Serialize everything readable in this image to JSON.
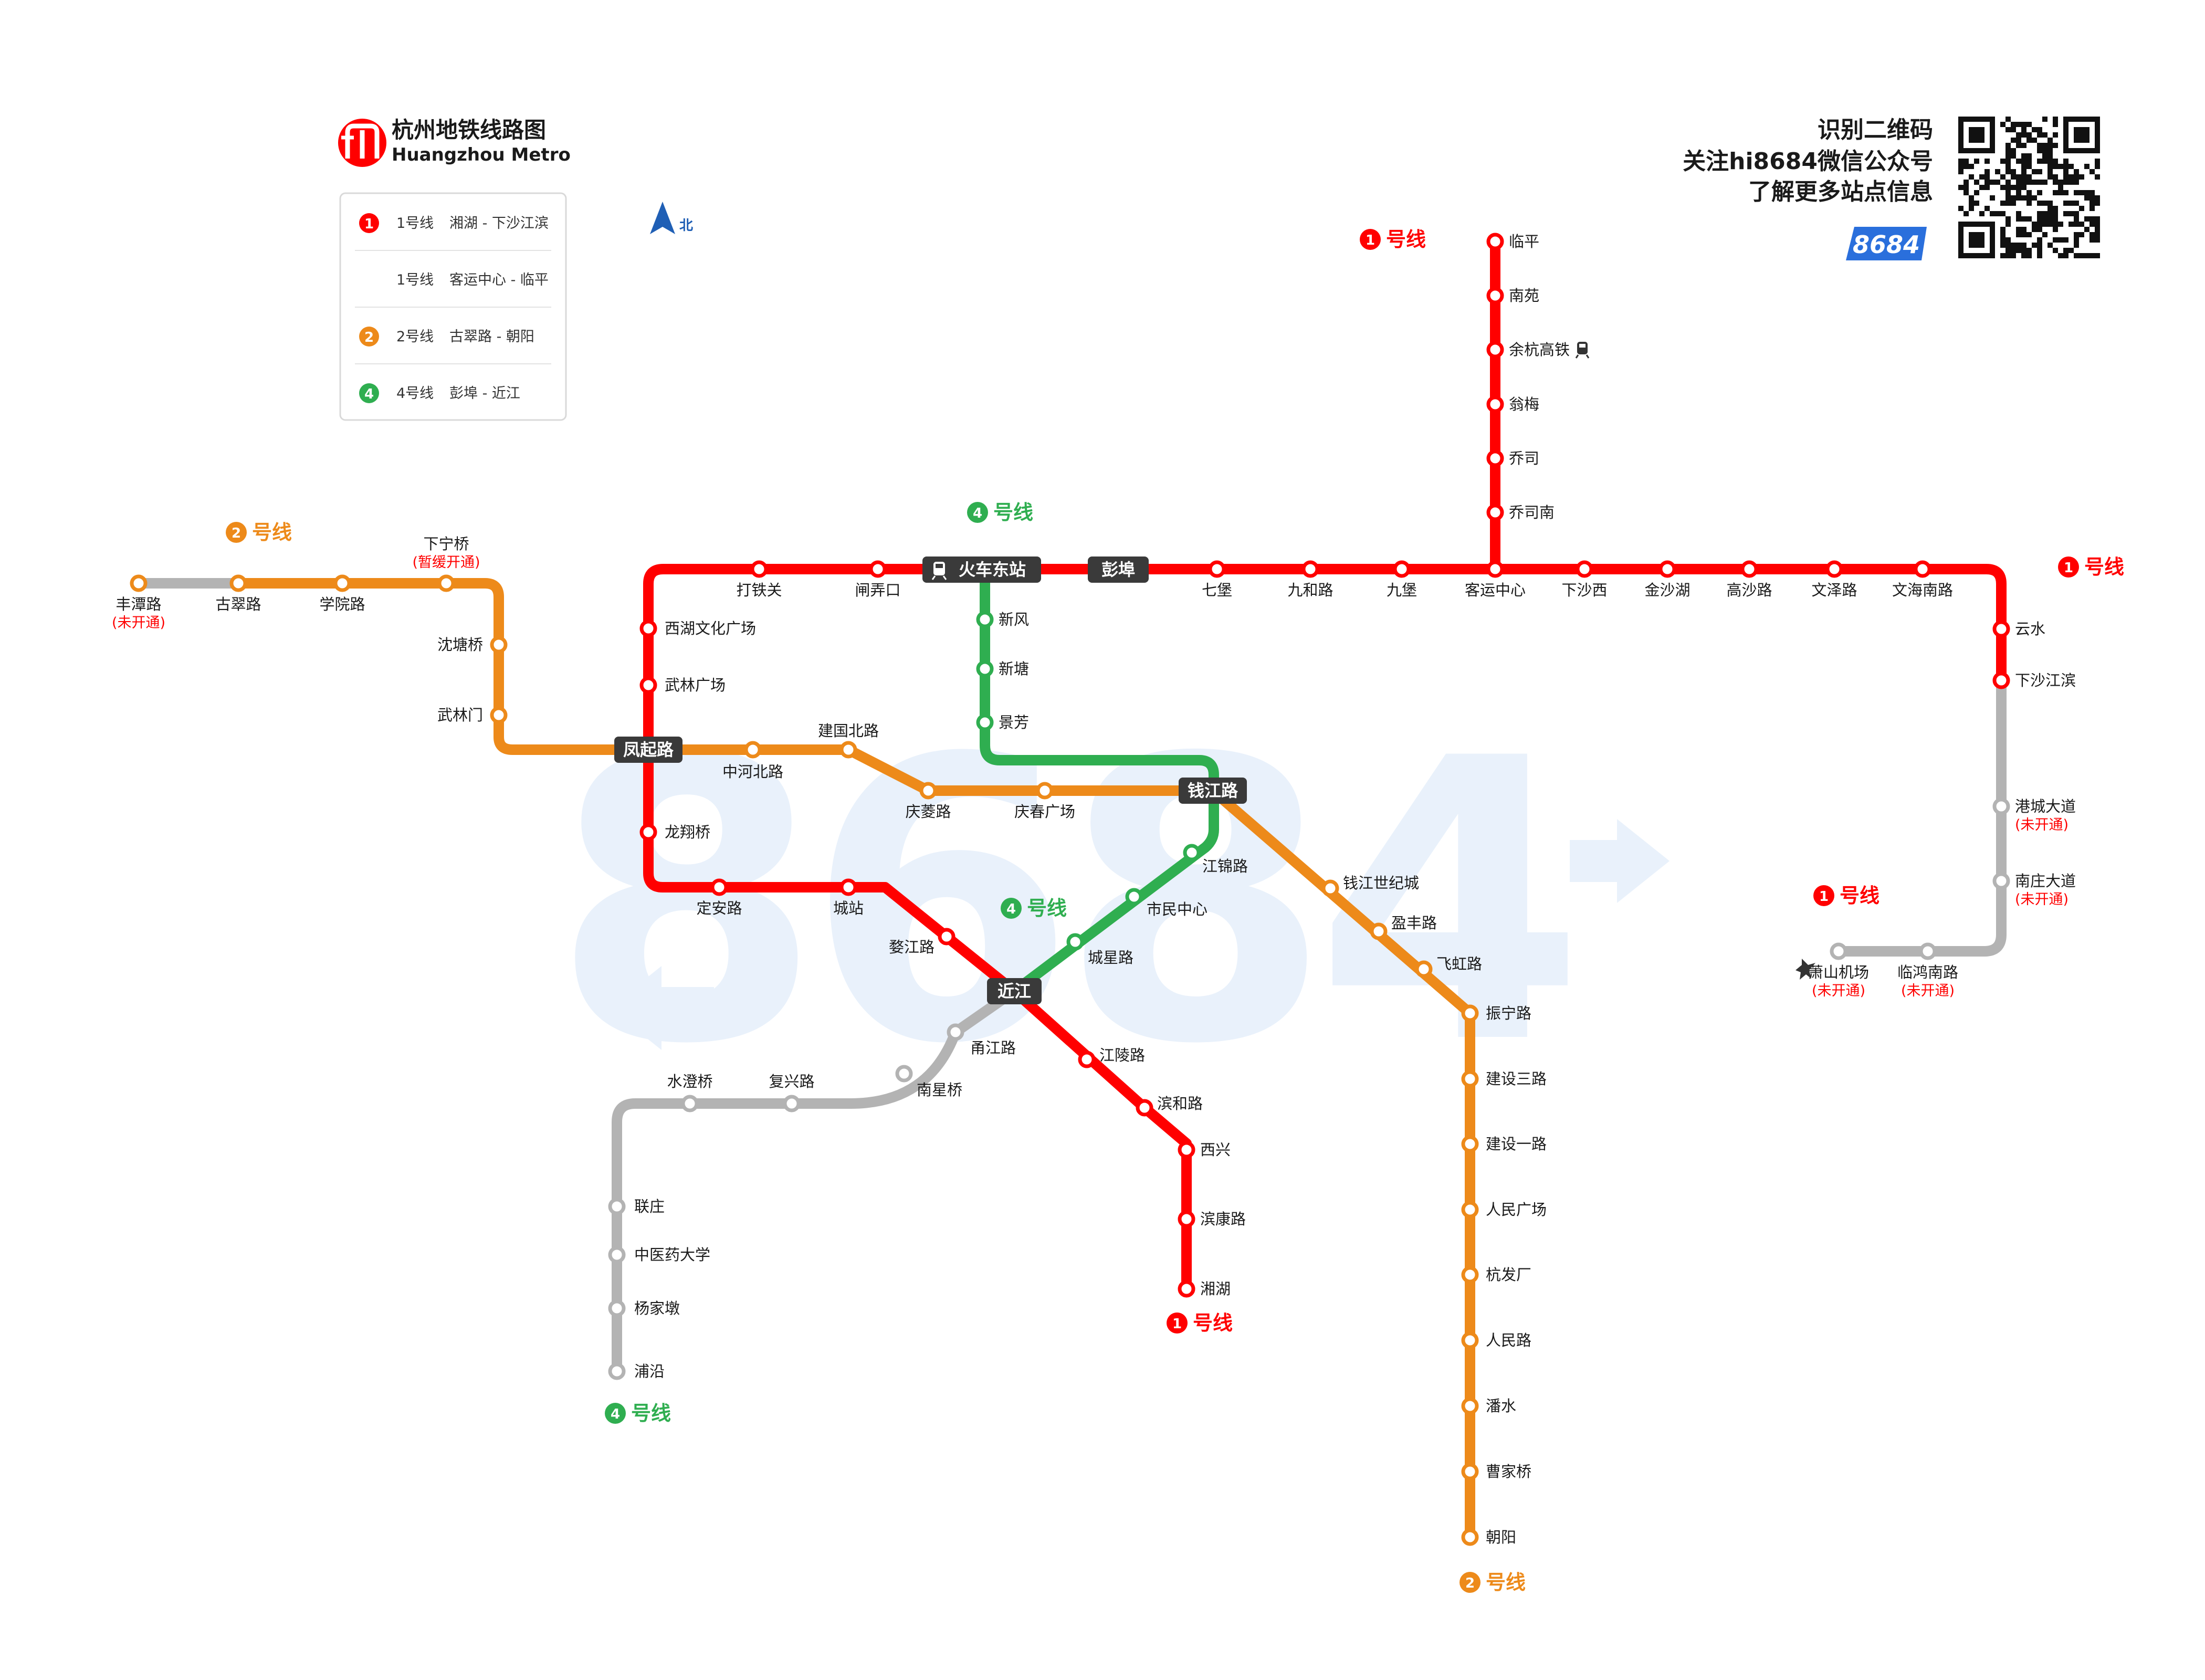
{
  "header": {
    "title_cn": "杭州地铁线路图",
    "title_en": "Huangzhou Metro",
    "north_label": "北"
  },
  "legend": [
    {
      "badge": "1",
      "line": "1号线",
      "route": "湘湖 - 下沙江滨",
      "color": "#ff0000"
    },
    {
      "badge": "",
      "line": "1号线",
      "route": "客运中心 - 临平",
      "color": ""
    },
    {
      "badge": "2",
      "line": "2号线",
      "route": "古翠路 - 朝阳",
      "color": "#ed8a1a"
    },
    {
      "badge": "4",
      "line": "4号线",
      "route": "彭埠 - 近江",
      "color": "#2fae50"
    }
  ],
  "qr_panel": {
    "lines": [
      "识别二维码",
      "关注hi8684微信公众号",
      "了解更多站点信息"
    ],
    "brand": "8684"
  },
  "watermark": "8684",
  "colors": {
    "line1": "#ff0000",
    "line2": "#ed8a1a",
    "line4": "#2fae50",
    "unopened": "#b3b3b3",
    "hub": "#3a3a3a",
    "watermark": "#e9f1fb",
    "north_arrow": "#1f5fb5"
  },
  "line_labels": [
    {
      "id": "l1-top",
      "badge": "1",
      "text": "号线",
      "color": "#ff0000"
    },
    {
      "id": "l1-right",
      "badge": "1",
      "text": "号线",
      "color": "#ff0000"
    },
    {
      "id": "l1-xiaoshan",
      "badge": "1",
      "text": "号线",
      "color": "#ff0000"
    },
    {
      "id": "l1-bottom",
      "badge": "1",
      "text": "号线",
      "color": "#ff0000"
    },
    {
      "id": "l2-left",
      "badge": "2",
      "text": "号线",
      "color": "#ed8a1a"
    },
    {
      "id": "l2-bottom",
      "badge": "2",
      "text": "号线",
      "color": "#ed8a1a"
    },
    {
      "id": "l4-top",
      "badge": "4",
      "text": "号线",
      "color": "#2fae50"
    },
    {
      "id": "l4-mid",
      "badge": "4",
      "text": "号线",
      "color": "#2fae50"
    },
    {
      "id": "l4-bottom",
      "badge": "4",
      "text": "号线",
      "color": "#2fae50"
    }
  ],
  "hubs": [
    "火车东站",
    "彭埠",
    "凤起路",
    "钱江路",
    "近江"
  ],
  "stations": {
    "l1_north": [
      "临平",
      "南苑",
      "余杭高铁",
      "翁梅",
      "乔司",
      "乔司南"
    ],
    "l1_main": [
      "打铁关",
      "闸弄口",
      "七堡",
      "九和路",
      "九堡",
      "客运中心",
      "下沙西",
      "金沙湖",
      "高沙路",
      "文泽路",
      "文海南路",
      "云水",
      "下沙江滨"
    ],
    "l1_west": [
      "西湖文化广场",
      "武林广场",
      "龙翔桥",
      "定安路",
      "城站",
      "婺江路",
      "江陵路",
      "滨和路",
      "西兴",
      "滨康路",
      "湘湖"
    ],
    "l1_unopened": [
      "港城大道",
      "南庄大道",
      "临鸿南路",
      "萧山机场"
    ],
    "l2": [
      "丰潭路",
      "古翠路",
      "学院路",
      "下宁桥",
      "沈塘桥",
      "武林门",
      "中河北路",
      "建国北路",
      "庆菱路",
      "庆春广场",
      "钱江世纪城",
      "盈丰路",
      "飞虹路",
      "振宁路",
      "建设三路",
      "建设一路",
      "人民广场",
      "杭发厂",
      "人民路",
      "潘水",
      "曹家桥",
      "朝阳"
    ],
    "l4": [
      "新风",
      "新塘",
      "景芳",
      "江锦路",
      "市民中心",
      "城星路"
    ],
    "l4_unopened": [
      "甬江路",
      "南星桥",
      "复兴路",
      "水澄桥",
      "联庄",
      "中医药大学",
      "杨家墩",
      "浦沿"
    ]
  },
  "notes": {
    "unopened": "(未开通)",
    "suspended": "(暂缓开通)"
  }
}
